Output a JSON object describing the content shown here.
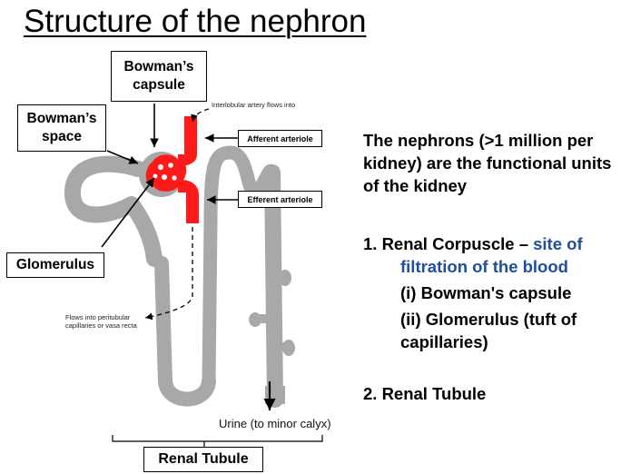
{
  "title": "Structure of the nephron",
  "labels": {
    "bowmans_capsule": "Bowman’s capsule",
    "bowmans_space": "Bowman’s space",
    "glomerulus": "Glomerulus",
    "afferent": "Afferent arteriole",
    "efferent": "Efferent arteriole",
    "interlobular": "Interlobular artery flows into",
    "flows_into": "Flows into peritubular capillaries or vasa recta",
    "urine": "Urine (to minor calyx)",
    "renal_tubule_box": "Renal Tubule"
  },
  "text": {
    "intro": "The nephrons (>1 million per kidney) are the functional units of the kidney",
    "item1_prefix": "1. Renal Corpuscle – ",
    "item1_highlight1": "site of",
    "item1_highlight2": "filtration of the blood",
    "sub1": "(i) Bowman's capsule",
    "sub2": "(ii) Glomerulus (tuft of capillaries)",
    "item2": "2. Renal Tubule"
  },
  "colors": {
    "tubule": "#a8a8a8",
    "vessel": "#ff1a1a",
    "highlight": "#1f4e9b"
  }
}
